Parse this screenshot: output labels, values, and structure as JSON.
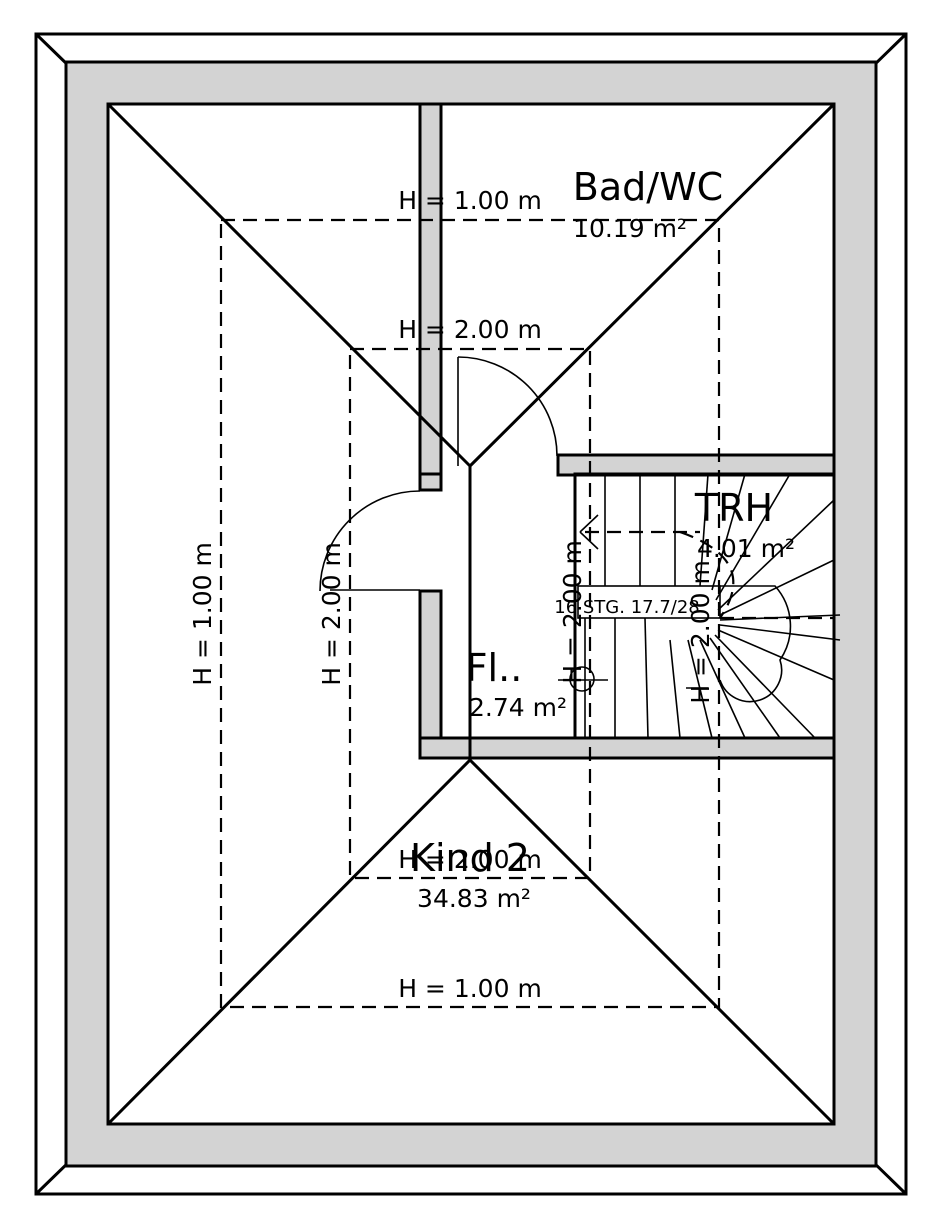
{
  "rooms": {
    "bad": {
      "name": "Bad/WC",
      "area": "10.19 m²"
    },
    "trh": {
      "name": "TRH",
      "area": "4.01 m²"
    },
    "flur": {
      "name": "Fl..",
      "area": "2.74 m²"
    },
    "kind": {
      "name": "Kind 2",
      "area": "34.83 m²"
    }
  },
  "heights": {
    "top_1m": "H = 1.00 m",
    "top_2m": "H = 2.00 m",
    "left_1m": "H = 1.00 m",
    "left_2m": "H = 2.00 m",
    "bottom_2m": "H = 2.00 m",
    "bottom_1m": "H = 1.00 m",
    "stair_left_2m": "H = 2.00 m",
    "stair_right_2m": "H = 2.00 m"
  },
  "stair": {
    "label": "16 STG. 17.7/28"
  },
  "colors": {
    "wall_fill": "#d3d3d3",
    "line": "#000000"
  }
}
